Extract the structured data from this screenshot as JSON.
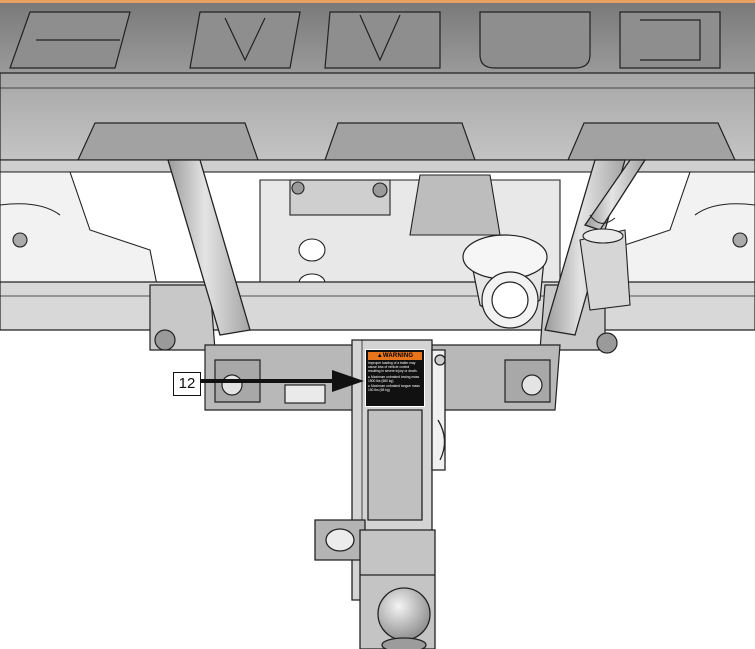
{
  "callout": {
    "number": "12"
  },
  "warning_label": {
    "icon": "warning-triangle-icon",
    "header": "WARNING",
    "text": "Improper loading of a trailer may cause loss of vehicle control resulting in severe injury or death.",
    "bullets": [
      "Maximum unbraked towing mass 1500 lbs (680 kg)",
      "Maximum unbraked tongue mass 150 lbs (68 kg)"
    ]
  },
  "colors": {
    "accent_strip": "#e8a060",
    "label_orange": "#e8741c",
    "line": "#222222",
    "shade_dark": "#8c8c8c",
    "shade_mid": "#b4b4b4",
    "shade_light": "#dadada"
  }
}
